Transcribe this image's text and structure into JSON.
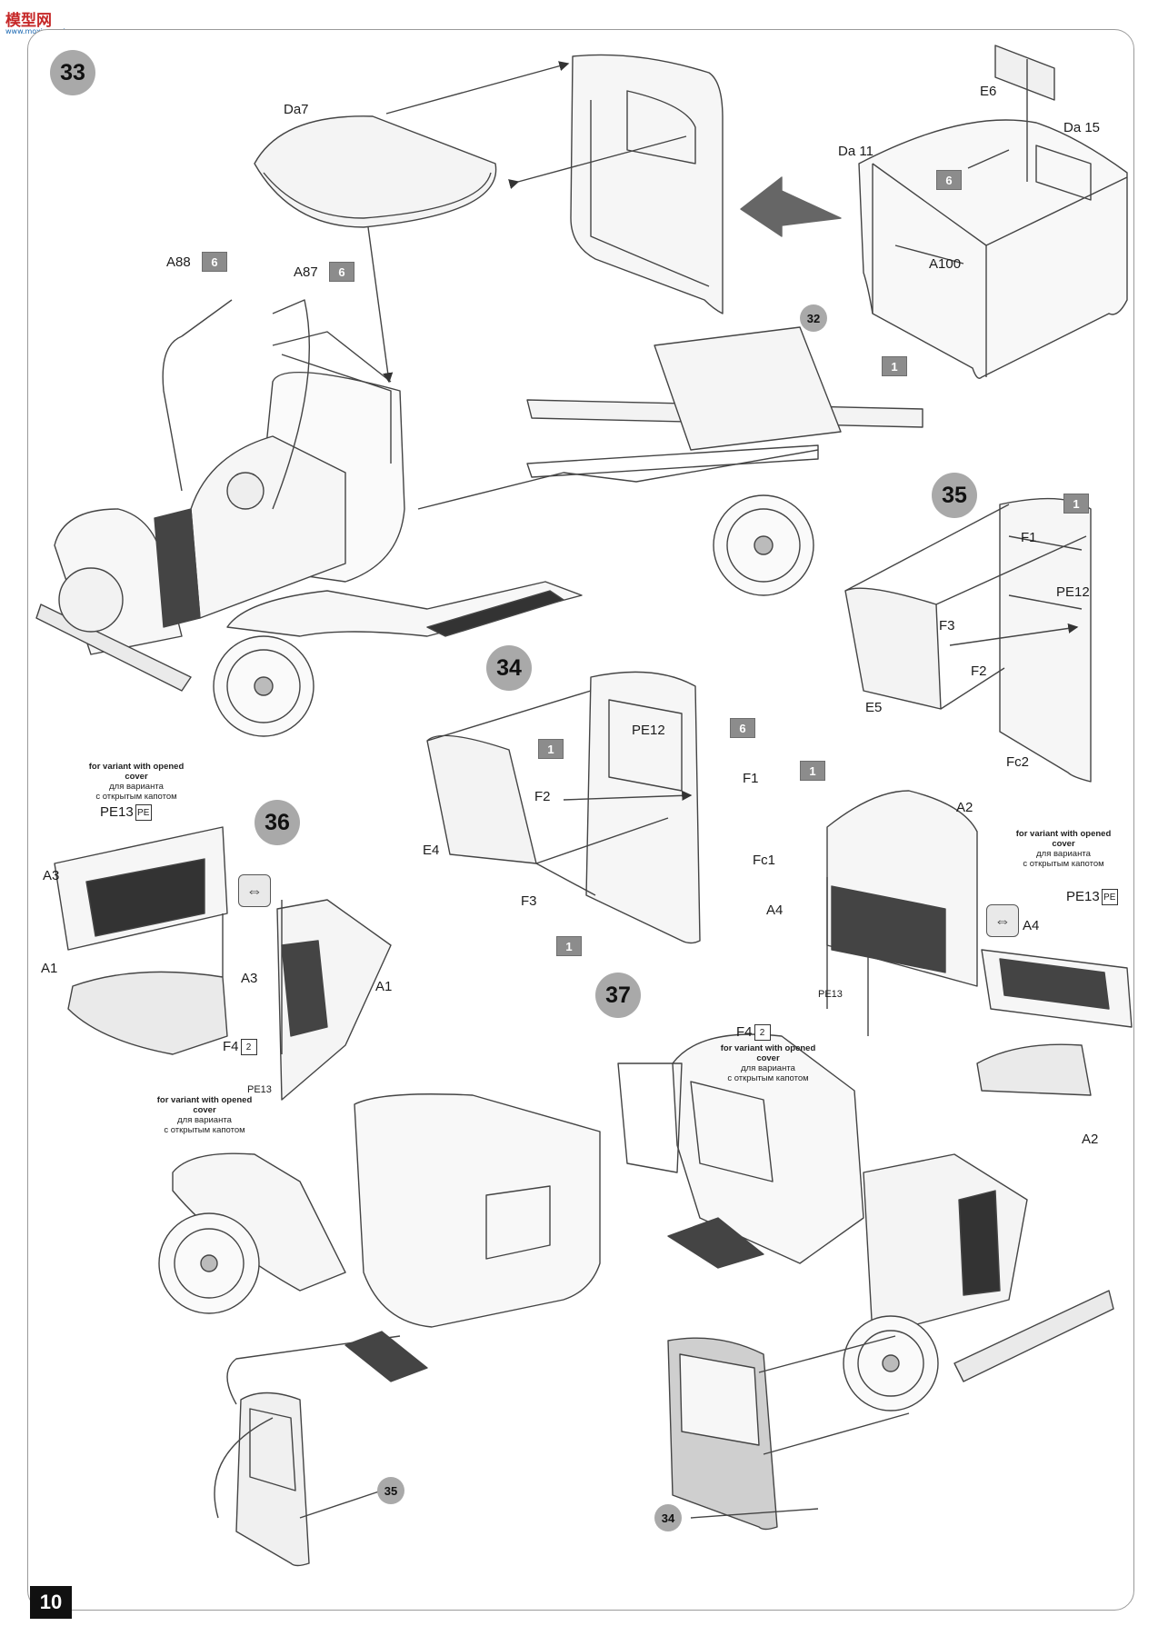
{
  "watermark": {
    "main": "模型网",
    "sub": "www.moxing.net"
  },
  "page_number": "10",
  "steps": {
    "s33": "33",
    "s34": "34",
    "s35": "35",
    "s36": "36",
    "s37": "37"
  },
  "step_refs": {
    "r32": "32",
    "r35": "35",
    "r34": "34"
  },
  "boxes": {
    "b6": "6",
    "b1": "1"
  },
  "labels": {
    "Da7": "Da7",
    "A88": "A88",
    "A87": "A87",
    "E6": "E6",
    "Da15": "Da 15",
    "Da11": "Da 11",
    "A100": "A100",
    "F1": "F1",
    "PE12": "PE12",
    "F3": "F3",
    "F2": "F2",
    "E5": "E5",
    "Fc2": "Fc2",
    "E4": "E4",
    "Fc1": "Fc1",
    "A3": "A3",
    "A1": "A1",
    "A2": "A2",
    "A4": "A4",
    "F4": "F4",
    "PE13": "PE13",
    "PE13_37": "PE13"
  },
  "tags": {
    "t2": "2",
    "pe": "PE"
  },
  "notes": {
    "en": "for variant with opened cover",
    "ru_1": "для варианта",
    "ru_2": "с открытым капотом"
  },
  "icons": [
    "view-flip-icon",
    "arrow-icon",
    "part-icon"
  ]
}
